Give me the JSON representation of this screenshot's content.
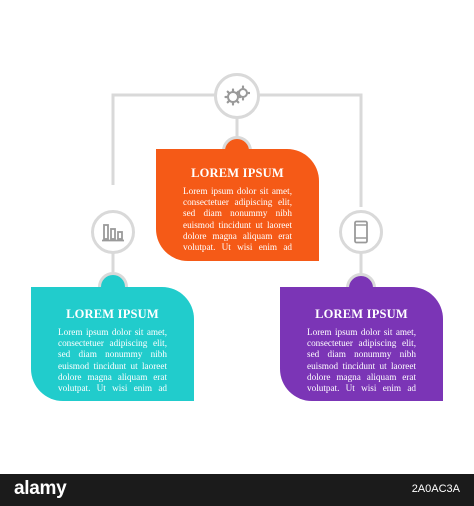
{
  "cards": [
    {
      "id": "top",
      "title": "LOREM IPSUM",
      "color": "#f55a17",
      "lines": [
        "Lorem ipsum dolor sit amet,",
        "consectetuer adipiscing elit,",
        "sed diam nonummy nibh",
        "euismod tincidunt ut laoreet",
        "dolore magna aliquam erat",
        "volutpat. Ut wisi enim ad"
      ]
    },
    {
      "id": "left",
      "title": "LOREM IPSUM",
      "color": "#21cccc",
      "lines": [
        "Lorem ipsum dolor sit amet,",
        "consectetuer adipiscing elit,",
        "sed diam nonummy nibh",
        "euismod tincidunt ut laoreet",
        "dolore magna aliquam erat",
        "volutpat. Ut wisi enim ad"
      ]
    },
    {
      "id": "right",
      "title": "LOREM IPSUM",
      "color": "#7b35b6",
      "lines": [
        "Lorem ipsum dolor sit amet,",
        "consectetuer adipiscing elit,",
        "sed diam nonummy nibh",
        "euismod tincidunt ut laoreet",
        "dolore magna aliquam erat",
        "volutpat. Ut wisi enim ad"
      ]
    }
  ],
  "icons": {
    "top": "gears-icon",
    "left": "bar-chart-icon",
    "right": "smartphone-icon"
  },
  "colors": {
    "connector": "#d9d9d9",
    "icon": "#9a9a9a"
  },
  "footer": {
    "brand": "alamy",
    "image_code": "2A0AC3A"
  }
}
